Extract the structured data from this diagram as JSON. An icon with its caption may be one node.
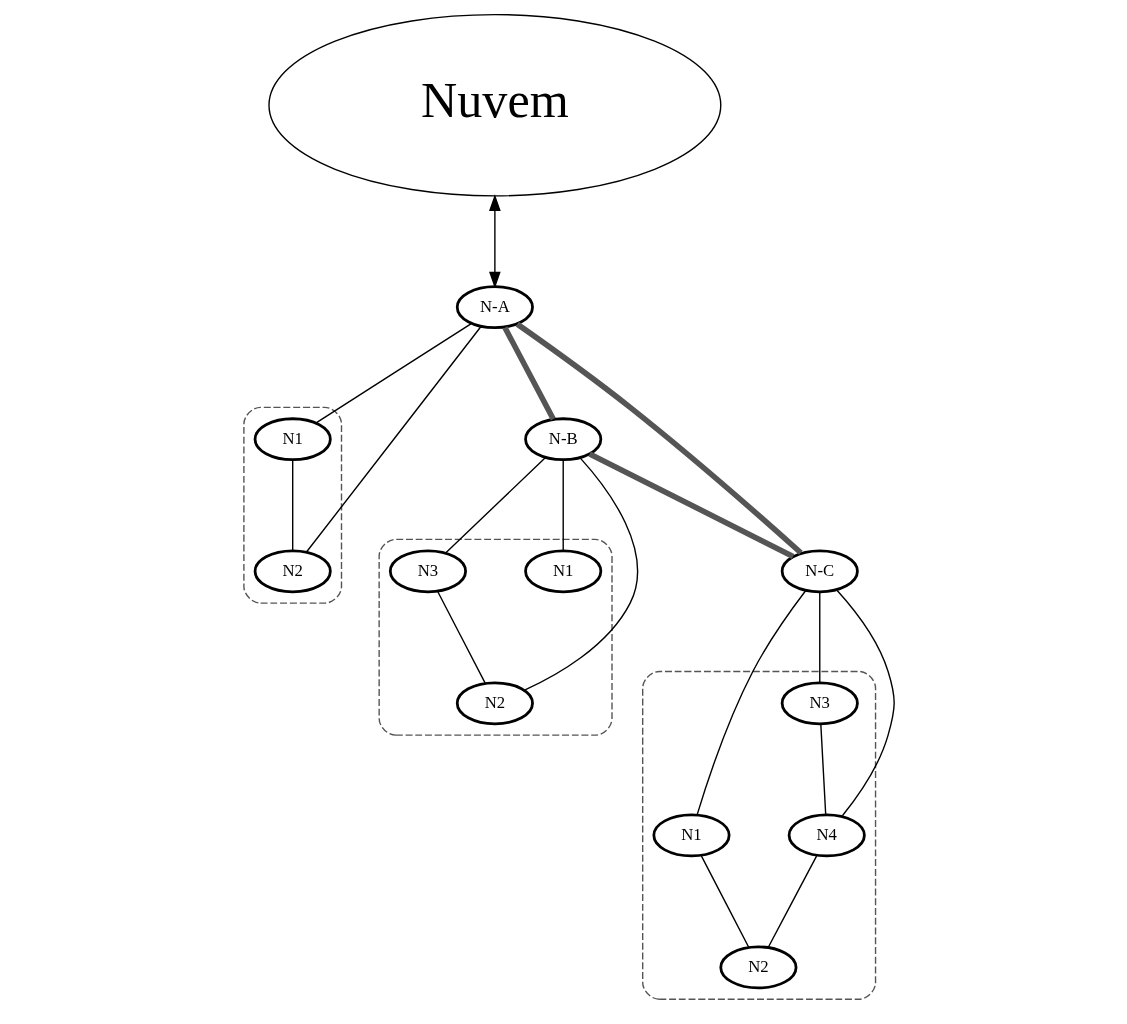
{
  "diagram": {
    "nodes": [
      {
        "text": [
          "Nuvem"
        ]
      },
      {
        "text": [
          "N-A"
        ]
      },
      {
        "text": [],
        "shape": "ellipse"
      },
      {
        "text": [
          "N1"
        ],
        "in": 2
      },
      {
        "text": [
          "N2"
        ],
        "in": 2
      },
      {
        "text": [
          "N-B"
        ]
      },
      {
        "text": [],
        "shape": "ellipse"
      },
      {
        "text": [
          "N1"
        ],
        "in": 6
      },
      {
        "text": [
          "N3"
        ],
        "in": 6
      },
      {
        "text": [
          "N2"
        ],
        "in": 6
      },
      {
        "text": [
          "N-C"
        ]
      },
      {
        "text": [],
        "shape": "ellipse"
      },
      {
        "text": [
          "N1"
        ],
        "in": 11
      },
      {
        "text": [
          "N2"
        ],
        "in": 11
      },
      {
        "text": [
          "N3"
        ],
        "in": 11
      },
      {
        "text": [
          "N4"
        ],
        "in": 11
      }
    ],
    "edges": [
      {
        "from": 0,
        "to": 1,
        "arrow": "both"
      },
      {
        "from": 1,
        "to": 3,
        "arrow": "none"
      },
      {
        "from": 1,
        "to": 4,
        "arrow": "none"
      },
      {
        "from": 3,
        "to": 4,
        "arrow": "none"
      },
      {
        "from": 1,
        "to": 5,
        "arrow": "none",
        "style": "thick",
        "color": "#555555"
      },
      {
        "from": 1,
        "to": 10,
        "arrow": "none",
        "style": "thick",
        "color": "#555555"
      },
      {
        "from": 5,
        "to": 10,
        "arrow": "none",
        "style": "thick",
        "color": "#555555"
      },
      {
        "from": 5,
        "to": 7,
        "arrow": "none"
      },
      {
        "from": 5,
        "to": 9,
        "arrow": "none"
      },
      {
        "from": 5,
        "to": 8,
        "arrow": "none"
      },
      {
        "from": 8,
        "to": 9,
        "arrow": "none"
      },
      {
        "from": 10,
        "to": 14,
        "arrow": "none"
      },
      {
        "from": 10,
        "to": 15,
        "arrow": "none"
      },
      {
        "from": 10,
        "to": 12,
        "arrow": "none"
      },
      {
        "from": 12,
        "to": 13,
        "arrow": "none"
      },
      {
        "from": 14,
        "to": 15,
        "arrow": "none"
      },
      {
        "from": 15,
        "to": 13,
        "arrow": "none"
      }
    ]
  }
}
